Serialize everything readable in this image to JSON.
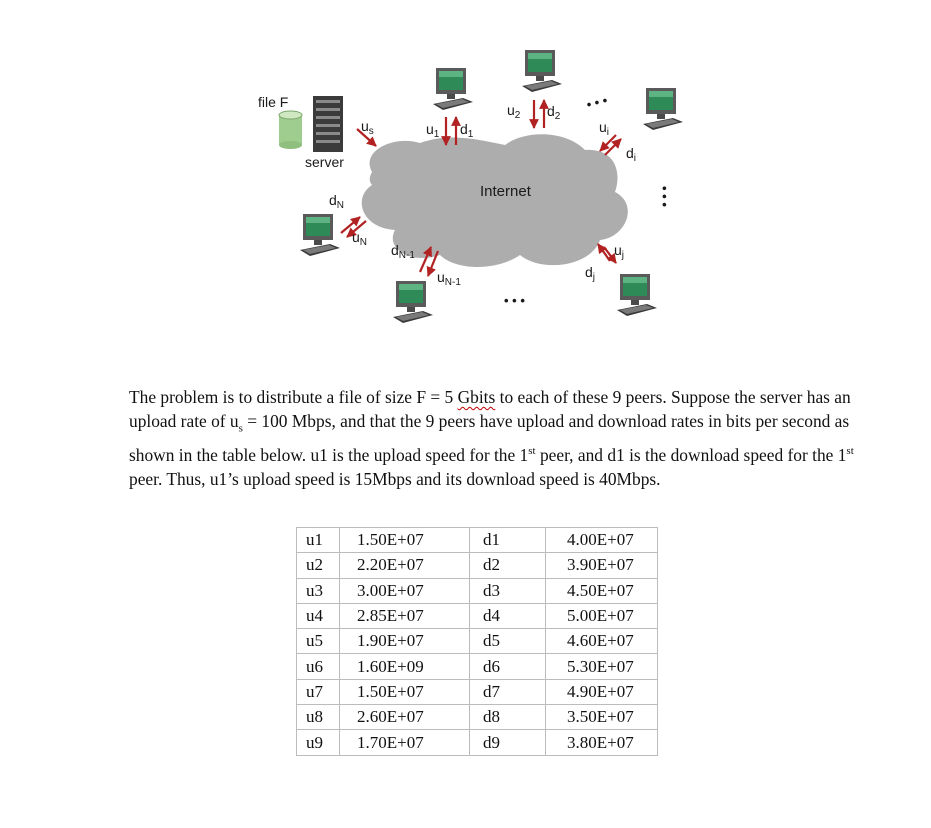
{
  "diagram": {
    "file_label": "file F",
    "server_label": "server",
    "internet_label": "Internet",
    "labels": {
      "us": "s",
      "u1": "1",
      "d1": "1",
      "u2": "2",
      "d2": "2",
      "ui": "i",
      "di": "i",
      "uj": "j",
      "dj": "j",
      "uN": "N",
      "dN": "N",
      "uN1": "N-1",
      "dN1": "N-1"
    },
    "ellipsis": "• • •",
    "colors": {
      "arrow": "#b22222",
      "cloud": "#adadad",
      "screen": "#2e8b57"
    }
  },
  "problem": {
    "p1": "The problem is to distribute a file of size F = 5 ",
    "p1_gbits": "Gbits",
    "p2": " to each of these 9 peers. Suppose the server has an upload rate of u",
    "p2_sub": "s",
    "p3": " = 100 Mbps, and that the 9 peers have upload and download rates in bits per second as shown in the table below. u1 is the upload speed for the 1",
    "p3_sup": "st",
    "p4": " peer, and d1 is the download speed for the 1",
    "p4_sup": "st",
    "p5": " peer. Thus, u1’s upload speed is 15Mbps and its download speed is 40Mbps."
  },
  "table": {
    "rows": [
      {
        "u": "u1",
        "uv": "1.50E+07",
        "d": "d1",
        "dv": "4.00E+07"
      },
      {
        "u": "u2",
        "uv": "2.20E+07",
        "d": "d2",
        "dv": "3.90E+07"
      },
      {
        "u": "u3",
        "uv": "3.00E+07",
        "d": "d3",
        "dv": "4.50E+07"
      },
      {
        "u": "u4",
        "uv": "2.85E+07",
        "d": "d4",
        "dv": "5.00E+07"
      },
      {
        "u": "u5",
        "uv": "1.90E+07",
        "d": "d5",
        "dv": "4.60E+07"
      },
      {
        "u": "u6",
        "uv": "1.60E+09",
        "d": "d6",
        "dv": "5.30E+07"
      },
      {
        "u": "u7",
        "uv": "1.50E+07",
        "d": "d7",
        "dv": "4.90E+07"
      },
      {
        "u": "u8",
        "uv": "2.60E+07",
        "d": "d8",
        "dv": "3.50E+07"
      },
      {
        "u": "u9",
        "uv": "1.70E+07",
        "d": "d9",
        "dv": "3.80E+07"
      }
    ]
  }
}
